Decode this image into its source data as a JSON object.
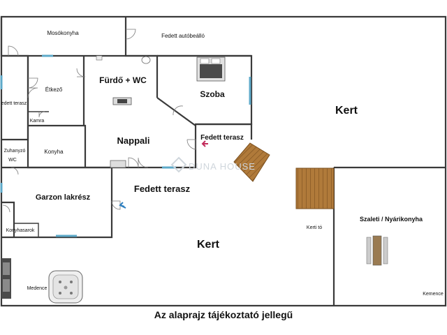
{
  "rooms": {
    "mosokonyha": "Mosókonyha",
    "fedett_autobeallo": "Fedett autóbeálló",
    "furdo": "Fürdő + WC",
    "szoba": "Szoba",
    "etkezo": "Étkező",
    "fedett_terasz_left": "edett terasz",
    "kamra": "Kamra",
    "nappali": "Nappali",
    "fedett_terasz_small": "Fedett terasz",
    "zuhanyzo": "Zuhanyzó",
    "wc": "WC",
    "konyha": "Konyha",
    "garzon": "Garzon lakrész",
    "konyhasarok": "Konyhasarok",
    "fedett_terasz_big": "Fedett terasz",
    "kert_top": "Kert",
    "kert_bottom": "Kert",
    "szaleti": "Szaleti / Nyárikonyha",
    "kerti_to": "Kerti tó",
    "medence": "Medence",
    "kemence": "Kemence"
  },
  "watermark": "DUNA HOUSE",
  "caption": "Az alaprajz tájékoztató jellegű",
  "colors": {
    "wall": "#3a3a3a",
    "window": "#5da9c9",
    "deck": "#b07a3a",
    "deck_dark": "#7a4f1e"
  }
}
